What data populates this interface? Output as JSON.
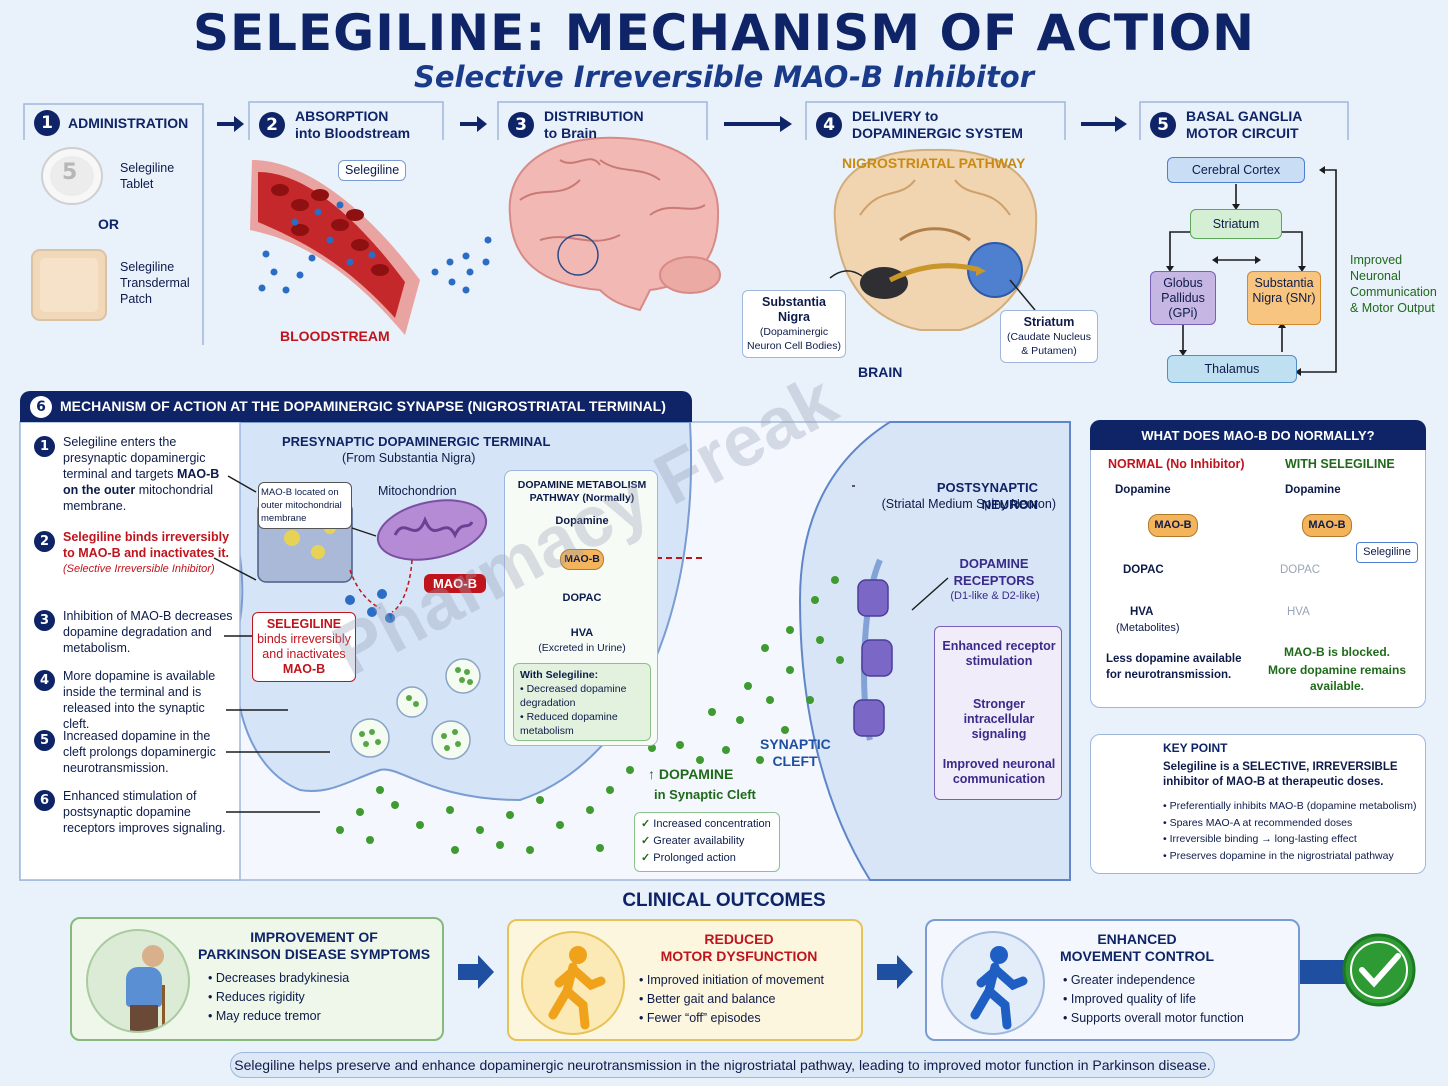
{
  "header": {
    "title": "SELEGILINE: MECHANISM OF ACTION",
    "subtitle": "Selective Irreversible MAO-B Inhibitor"
  },
  "steps": [
    {
      "num": "1",
      "title": "ADMINISTRATION"
    },
    {
      "num": "2",
      "title": "ABSORPTION",
      "title2": "into Bloodstream"
    },
    {
      "num": "3",
      "title": "DISTRIBUTION",
      "title2": "to Brain"
    },
    {
      "num": "4",
      "title": "DELIVERY to",
      "title2": "DOPAMINERGIC SYSTEM"
    },
    {
      "num": "5",
      "title": "BASAL GANGLIA",
      "title2": "MOTOR CIRCUIT"
    }
  ],
  "admin": {
    "tablet_digit": "5",
    "tablet_label": "Selegiline Tablet",
    "or": "OR",
    "patch_label": "Selegiline Transdermal Patch"
  },
  "absorption": {
    "tag": "Selegiline",
    "bloodstream": "BLOODSTREAM"
  },
  "delivery": {
    "pathway": "NIGROSTRIATAL PATHWAY",
    "sn_title": "Substantia Nigra",
    "sn_sub": "(Dopaminergic Neuron Cell Bodies)",
    "striatum_title": "Striatum",
    "striatum_sub": "(Caudate Nucleus & Putamen)",
    "brain": "BRAIN"
  },
  "circuit": {
    "cortex": "Cerebral Cortex",
    "striatum": "Striatum",
    "gp": "Globus Pallidus (GPi)",
    "snr": "Substantia Nigra (SNr)",
    "thalamus": "Thalamus",
    "note": "Improved Neuronal Communication & Motor Output"
  },
  "mechanism": {
    "num": "6",
    "title": "MECHANISM OF ACTION AT THE DOPAMINERGIC SYNAPSE (NIGROSTRIATAL TERMINAL)",
    "points": [
      {
        "num": "1",
        "text": "Selegiline enters the presynaptic dopaminergic terminal and targets",
        "bold": "MAO-B on the outer",
        "text2": "mitochondrial membrane."
      },
      {
        "num": "2",
        "text": "Selegiline binds irreversibly to MAO-B and inactivates it.",
        "italic": "(Selective Irreversible Inhibitor)"
      },
      {
        "num": "3",
        "text": "Inhibition of MAO-B decreases dopamine degradation and metabolism."
      },
      {
        "num": "4",
        "text": "More dopamine is available inside the terminal and is released into the synaptic cleft."
      },
      {
        "num": "5",
        "text": "Increased dopamine in the cleft prolongs dopaminergic neurotransmission."
      },
      {
        "num": "6",
        "text": "Enhanced stimulation of postsynaptic dopamine receptors improves signaling."
      }
    ],
    "presyn_title": "PRESYNAPTIC DOPAMINERGIC TERMINAL",
    "presyn_sub": "(From Substantia Nigra)",
    "maob_loc": "MAO-B located on outer mitochondrial membrane",
    "mito": "Mitochondrion",
    "maob_tag": "MAO-B",
    "sel_binds_title": "SELEGILINE",
    "sel_binds_text": "binds irreversibly and inactivates",
    "sel_binds_maob": "MAO-B",
    "pathway_title": "DOPAMINE METABOLISM PATHWAY (Normally)",
    "pw_dopamine": "Dopamine",
    "pw_maob": "MAO-B",
    "pw_dopac": "DOPAC",
    "pw_hva": "HVA",
    "pw_urine": "(Excreted in Urine)",
    "with_sel": "With Selegiline:",
    "with_sel_items": [
      "Decreased dopamine degradation",
      "Reduced dopamine metabolism"
    ],
    "da_cleft": "DOPAMINE",
    "da_cleft2": "in Synaptic Cleft",
    "cleft_checks": [
      "Increased concentration",
      "Greater availability",
      "Prolonged action"
    ],
    "synaptic_cleft": "SYNAPTIC CLEFT",
    "post_title": "POSTSYNAPTIC NEURON",
    "post_sub": "(Striatal Medium Spiny Neuron)",
    "receptors": "DOPAMINE RECEPTORS",
    "receptors_sub": "(D1-like & D2-like)",
    "effects": [
      "Enhanced receptor stimulation",
      "Stronger intracellular signaling",
      "Improved neuronal communication"
    ],
    "watermark": "Pharmacy Freak"
  },
  "maob_normal": {
    "title": "WHAT DOES MAO-B DO NORMALLY?",
    "normal_title": "NORMAL (No Inhibitor)",
    "sel_title": "WITH SELEGILINE",
    "dopamine": "Dopamine",
    "maob": "MAO-B",
    "dopac": "DOPAC",
    "hva": "HVA",
    "metabolites": "(Metabolites)",
    "selegiline": "Selegiline",
    "normal_note": "Less dopamine available for neurotransmission.",
    "sel_note1": "MAO-B is blocked.",
    "sel_note2": "More dopamine remains available."
  },
  "key_point": {
    "title": "KEY POINT",
    "lead": "Selegiline is a SELECTIVE, IRREVERSIBLE inhibitor of MAO-B at therapeutic doses.",
    "items": [
      "Preferentially inhibits MAO-B (dopamine metabolism)",
      "Spares MAO-A at recommended doses",
      "Irreversible binding → long-lasting effect",
      "Preserves dopamine in the nigrostriatal pathway"
    ]
  },
  "outcomes": {
    "title": "CLINICAL OUTCOMES",
    "cards": [
      {
        "title": "IMPROVEMENT OF",
        "title2": "PARKINSON DISEASE SYMPTOMS",
        "items": [
          "Decreases bradykinesia",
          "Reduces rigidity",
          "May reduce tremor"
        ]
      },
      {
        "title": "REDUCED",
        "title2": "MOTOR DYSFUNCTION",
        "items": [
          "Improved initiation of movement",
          "Better gait and balance",
          "Fewer “off” episodes"
        ]
      },
      {
        "title": "ENHANCED",
        "title2": "MOVEMENT CONTROL",
        "items": [
          "Greater independence",
          "Improved quality of life",
          "Supports overall motor function"
        ]
      }
    ],
    "footer": "Selegiline helps preserve and enhance dopaminergic neurotransmission in the nigrostriatal pathway, leading to improved motor function in Parkinson disease."
  },
  "colors": {
    "navy": "#0f2467",
    "red": "#c0141c",
    "green": "#1f6a1a",
    "orange": "#f4b45b",
    "blue_box": "#c9def5"
  }
}
